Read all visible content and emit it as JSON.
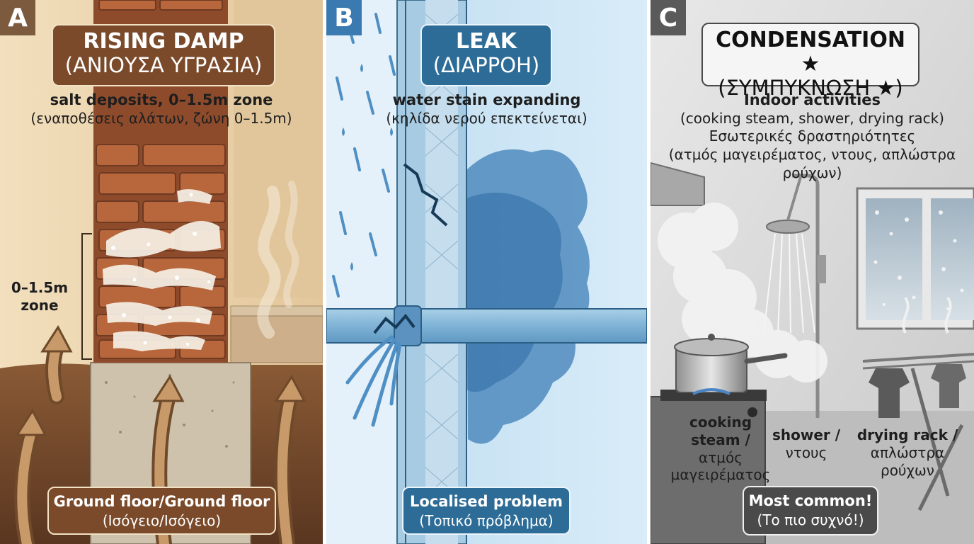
{
  "panel_a": {
    "letter": "A",
    "title": "RISING DAMP",
    "title_gr": "(ΑΝΙΟΥΣΑ ΥΓΡΑΣΙΑ)",
    "subtitle": "salt deposits, 0–1.5m zone",
    "subtitle_gr": "(εναποθέσεις αλάτων, ζώνη 0–1.5m)",
    "zone_label_1": "0–1.5m",
    "zone_label_2": "zone",
    "bottom": "Ground floor/Ground floor",
    "bottom_gr": "(Ισόγειο/Ισόγειο)",
    "colors": {
      "accent": "#7a4a2a",
      "letter_bg": "#7c5a3e"
    }
  },
  "panel_b": {
    "letter": "B",
    "title": "LEAK",
    "title_gr": "(ΔΙΑΡΡΟΗ)",
    "subtitle": "water stain expanding",
    "subtitle_gr": "(κηλίδα νερού επεκτείνεται)",
    "bottom": "Localised problem",
    "bottom_gr": "(Τοπικό πρόβλημα)",
    "colors": {
      "accent": "#2d6c96",
      "letter_bg": "#3a7ab0"
    }
  },
  "panel_c": {
    "letter": "C",
    "title": "CONDENSATION ★",
    "title_gr": "(ΣΥΜΠΥΚΝΩΣΗ ★)",
    "subtitle": "Indoor activities",
    "subtitle_lines": [
      "(cooking steam, shower, drying rack)",
      "Εσωτερικές δραστηριότητες",
      "(ατμός μαγειρέματος, ντους, απλώστρα",
      "ρούχων)"
    ],
    "labels": {
      "cooking": [
        "cooking",
        "steam /",
        "ατμός",
        "μαγειρέματος"
      ],
      "shower": [
        "shower /",
        "ντους"
      ],
      "drying": [
        "drying rack /",
        "απλώστρα",
        "ρούχων"
      ]
    },
    "bottom": "Most common!",
    "bottom_gr": "(Το πιο συχνό!)",
    "colors": {
      "accent": "#4a4a4a",
      "letter_bg": "#5a5a5a"
    }
  }
}
